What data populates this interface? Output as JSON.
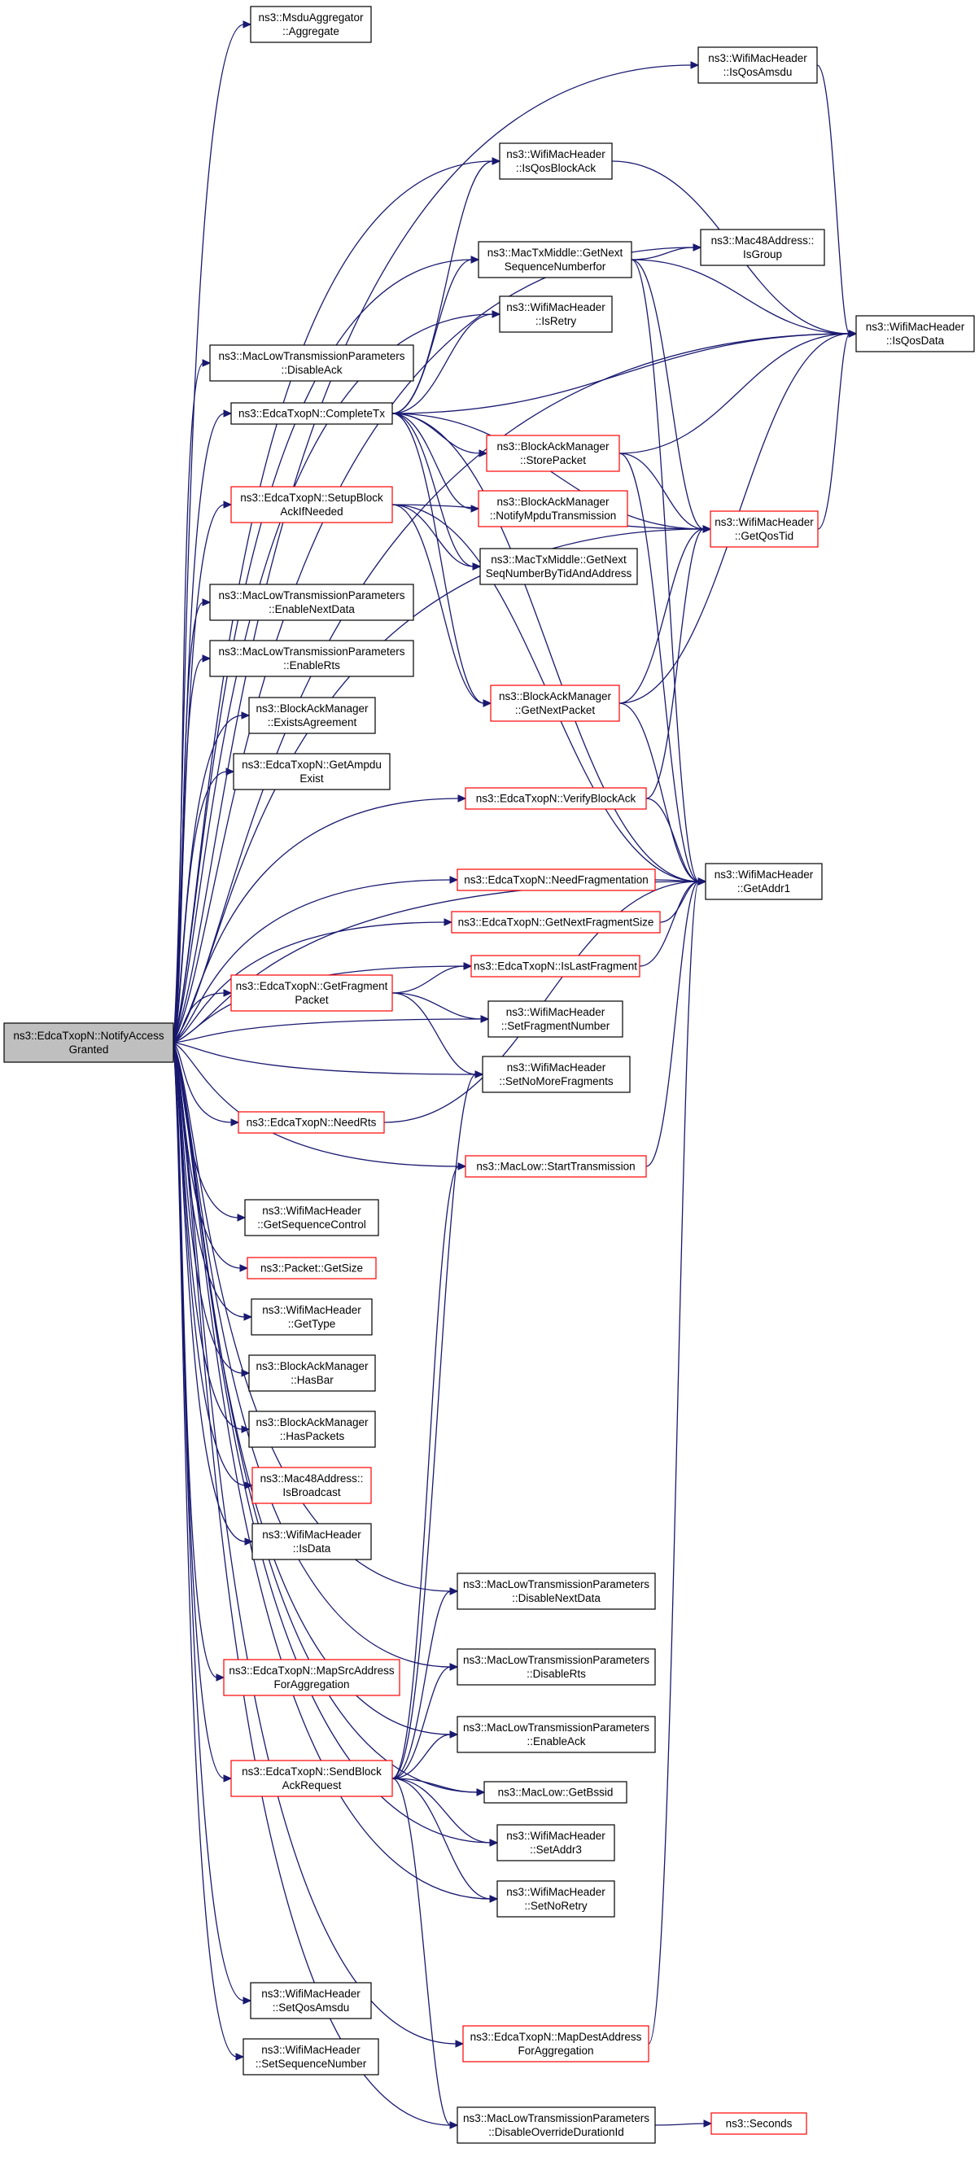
{
  "diagram_title": "",
  "colors": {
    "edge": "#191970",
    "border_black": "#000000",
    "border_red": "#ff0000",
    "root_fill": "#bfbfbf",
    "node_fill": "#ffffff"
  },
  "nodes": [
    {
      "id": "root",
      "lines": [
        "ns3::EdcaTxopN::NotifyAccess",
        "Granted"
      ],
      "border": "black",
      "fill": "#bfbfbf"
    },
    {
      "id": "msdu",
      "lines": [
        "ns3::MsduAggregator",
        "::Aggregate"
      ],
      "border": "black"
    },
    {
      "id": "isqosamsdu",
      "lines": [
        "ns3::WifiMacHeader",
        "::IsQosAmsdu"
      ],
      "border": "black"
    },
    {
      "id": "isqosblockack",
      "lines": [
        "ns3::WifiMacHeader",
        "::IsQosBlockAck"
      ],
      "border": "black"
    },
    {
      "id": "getnextseq",
      "lines": [
        "ns3::MacTxMiddle::GetNext",
        "SequenceNumberfor"
      ],
      "border": "black"
    },
    {
      "id": "isgroup",
      "lines": [
        "ns3::Mac48Address::",
        "IsGroup"
      ],
      "border": "black"
    },
    {
      "id": "isretry",
      "lines": [
        "ns3::WifiMacHeader",
        "::IsRetry"
      ],
      "border": "black"
    },
    {
      "id": "isqosdata",
      "lines": [
        "ns3::WifiMacHeader",
        "::IsQosData"
      ],
      "border": "black"
    },
    {
      "id": "disableack",
      "lines": [
        "ns3::MacLowTransmissionParameters",
        "::DisableAck"
      ],
      "border": "black"
    },
    {
      "id": "completetx",
      "lines": [
        "ns3::EdcaTxopN::CompleteTx"
      ],
      "border": "black"
    },
    {
      "id": "storepacket",
      "lines": [
        "ns3::BlockAckManager",
        "::StorePacket"
      ],
      "border": "red"
    },
    {
      "id": "notifympdu",
      "lines": [
        "ns3::BlockAckManager",
        "::NotifyMpduTransmission"
      ],
      "border": "red"
    },
    {
      "id": "setupblockack",
      "lines": [
        "ns3::EdcaTxopN::SetupBlock",
        "AckIfNeeded"
      ],
      "border": "red"
    },
    {
      "id": "getqostid",
      "lines": [
        "ns3::WifiMacHeader",
        "::GetQosTid"
      ],
      "border": "red"
    },
    {
      "id": "getnextseqtid",
      "lines": [
        "ns3::MacTxMiddle::GetNext",
        "SeqNumberByTidAndAddress"
      ],
      "border": "black"
    },
    {
      "id": "enablenextdata",
      "lines": [
        "ns3::MacLowTransmissionParameters",
        "::EnableNextData"
      ],
      "border": "black"
    },
    {
      "id": "enablerts",
      "lines": [
        "ns3::MacLowTransmissionParameters",
        "::EnableRts"
      ],
      "border": "black"
    },
    {
      "id": "getnextpacket",
      "lines": [
        "ns3::BlockAckManager",
        "::GetNextPacket"
      ],
      "border": "red"
    },
    {
      "id": "existsagreement",
      "lines": [
        "ns3::BlockAckManager",
        "::ExistsAgreement"
      ],
      "border": "black"
    },
    {
      "id": "getampdu",
      "lines": [
        "ns3::EdcaTxopN::GetAmpdu",
        "Exist"
      ],
      "border": "black"
    },
    {
      "id": "verifyblockack",
      "lines": [
        "ns3::EdcaTxopN::VerifyBlockAck"
      ],
      "border": "red"
    },
    {
      "id": "needfrag",
      "lines": [
        "ns3::EdcaTxopN::NeedFragmentation"
      ],
      "border": "red"
    },
    {
      "id": "getaddr1",
      "lines": [
        "ns3::WifiMacHeader",
        "::GetAddr1"
      ],
      "border": "black"
    },
    {
      "id": "getnextfragsize",
      "lines": [
        "ns3::EdcaTxopN::GetNextFragmentSize"
      ],
      "border": "red"
    },
    {
      "id": "islastfrag",
      "lines": [
        "ns3::EdcaTxopN::IsLastFragment"
      ],
      "border": "red"
    },
    {
      "id": "getfragpacket",
      "lines": [
        "ns3::EdcaTxopN::GetFragment",
        "Packet"
      ],
      "border": "red"
    },
    {
      "id": "setfragnum",
      "lines": [
        "ns3::WifiMacHeader",
        "::SetFragmentNumber"
      ],
      "border": "black"
    },
    {
      "id": "setnomorefrag",
      "lines": [
        "ns3::WifiMacHeader",
        "::SetNoMoreFragments"
      ],
      "border": "black"
    },
    {
      "id": "needrts",
      "lines": [
        "ns3::EdcaTxopN::NeedRts"
      ],
      "border": "red"
    },
    {
      "id": "starttx",
      "lines": [
        "ns3::MacLow::StartTransmission"
      ],
      "border": "red"
    },
    {
      "id": "getseqctrl",
      "lines": [
        "ns3::WifiMacHeader",
        "::GetSequenceControl"
      ],
      "border": "black"
    },
    {
      "id": "getsize",
      "lines": [
        "ns3::Packet::GetSize"
      ],
      "border": "red"
    },
    {
      "id": "gettype",
      "lines": [
        "ns3::WifiMacHeader",
        "::GetType"
      ],
      "border": "black"
    },
    {
      "id": "hasbar",
      "lines": [
        "ns3::BlockAckManager",
        "::HasBar"
      ],
      "border": "black"
    },
    {
      "id": "haspackets",
      "lines": [
        "ns3::BlockAckManager",
        "::HasPackets"
      ],
      "border": "black"
    },
    {
      "id": "isbroadcast",
      "lines": [
        "ns3::Mac48Address::",
        "IsBroadcast"
      ],
      "border": "red"
    },
    {
      "id": "isdata",
      "lines": [
        "ns3::WifiMacHeader",
        "::IsData"
      ],
      "border": "black"
    },
    {
      "id": "disablenextdata",
      "lines": [
        "ns3::MacLowTransmissionParameters",
        "::DisableNextData"
      ],
      "border": "black"
    },
    {
      "id": "mapsrc",
      "lines": [
        "ns3::EdcaTxopN::MapSrcAddress",
        "ForAggregation"
      ],
      "border": "red"
    },
    {
      "id": "disablerts",
      "lines": [
        "ns3::MacLowTransmissionParameters",
        "::DisableRts"
      ],
      "border": "black"
    },
    {
      "id": "enableack",
      "lines": [
        "ns3::MacLowTransmissionParameters",
        "::EnableAck"
      ],
      "border": "black"
    },
    {
      "id": "sendbar",
      "lines": [
        "ns3::EdcaTxopN::SendBlock",
        "AckRequest"
      ],
      "border": "red"
    },
    {
      "id": "getbssid",
      "lines": [
        "ns3::MacLow::GetBssid"
      ],
      "border": "black"
    },
    {
      "id": "setaddr3",
      "lines": [
        "ns3::WifiMacHeader",
        "::SetAddr3"
      ],
      "border": "black"
    },
    {
      "id": "setnoretry",
      "lines": [
        "ns3::WifiMacHeader",
        "::SetNoRetry"
      ],
      "border": "black"
    },
    {
      "id": "setqosamsdu",
      "lines": [
        "ns3::WifiMacHeader",
        "::SetQosAmsdu"
      ],
      "border": "black"
    },
    {
      "id": "setseqnum",
      "lines": [
        "ns3::WifiMacHeader",
        "::SetSequenceNumber"
      ],
      "border": "black"
    },
    {
      "id": "mapdest",
      "lines": [
        "ns3::EdcaTxopN::MapDestAddress",
        "ForAggregation"
      ],
      "border": "red"
    },
    {
      "id": "disableoverride",
      "lines": [
        "ns3::MacLowTransmissionParameters",
        "::DisableOverrideDurationId"
      ],
      "border": "black"
    },
    {
      "id": "seconds",
      "lines": [
        "ns3::Seconds"
      ],
      "border": "red"
    }
  ],
  "edges": [
    [
      "root",
      "msdu"
    ],
    [
      "root",
      "isqosamsdu"
    ],
    [
      "root",
      "isqosblockack"
    ],
    [
      "root",
      "getnextseq"
    ],
    [
      "root",
      "isgroup"
    ],
    [
      "root",
      "isretry"
    ],
    [
      "root",
      "isqosdata"
    ],
    [
      "root",
      "disableack"
    ],
    [
      "root",
      "completetx"
    ],
    [
      "root",
      "setupblockack"
    ],
    [
      "root",
      "getqostid"
    ],
    [
      "root",
      "enablenextdata"
    ],
    [
      "root",
      "enablerts"
    ],
    [
      "root",
      "existsagreement"
    ],
    [
      "root",
      "getampdu"
    ],
    [
      "root",
      "verifyblockack"
    ],
    [
      "root",
      "needfrag"
    ],
    [
      "root",
      "getaddr1"
    ],
    [
      "root",
      "getnextfragsize"
    ],
    [
      "root",
      "islastfrag"
    ],
    [
      "root",
      "getfragpacket"
    ],
    [
      "root",
      "setfragnum"
    ],
    [
      "root",
      "setnomorefrag"
    ],
    [
      "root",
      "needrts"
    ],
    [
      "root",
      "starttx"
    ],
    [
      "root",
      "getseqctrl"
    ],
    [
      "root",
      "getsize"
    ],
    [
      "root",
      "gettype"
    ],
    [
      "root",
      "hasbar"
    ],
    [
      "root",
      "haspackets"
    ],
    [
      "root",
      "isbroadcast"
    ],
    [
      "root",
      "isdata"
    ],
    [
      "root",
      "disablenextdata"
    ],
    [
      "root",
      "mapsrc"
    ],
    [
      "root",
      "disablerts"
    ],
    [
      "root",
      "enableack"
    ],
    [
      "root",
      "sendbar"
    ],
    [
      "root",
      "getbssid"
    ],
    [
      "root",
      "setaddr3"
    ],
    [
      "root",
      "setnoretry"
    ],
    [
      "root",
      "setqosamsdu"
    ],
    [
      "root",
      "setseqnum"
    ],
    [
      "root",
      "mapdest"
    ],
    [
      "root",
      "disableoverride"
    ],
    [
      "isqosamsdu",
      "isqosdata"
    ],
    [
      "isqosblockack",
      "isqosdata"
    ],
    [
      "getnextseq",
      "isgroup"
    ],
    [
      "getnextseq",
      "isqosdata"
    ],
    [
      "getnextseq",
      "getqostid"
    ],
    [
      "getnextseq",
      "getaddr1"
    ],
    [
      "completetx",
      "isqosblockack"
    ],
    [
      "completetx",
      "getnextseq"
    ],
    [
      "completetx",
      "isretry"
    ],
    [
      "completetx",
      "isqosdata"
    ],
    [
      "completetx",
      "storepacket"
    ],
    [
      "completetx",
      "notifympdu"
    ],
    [
      "completetx",
      "getqostid"
    ],
    [
      "completetx",
      "getnextseqtid"
    ],
    [
      "completetx",
      "getnextpacket"
    ],
    [
      "completetx",
      "getaddr1"
    ],
    [
      "storepacket",
      "isqosdata"
    ],
    [
      "storepacket",
      "getqostid"
    ],
    [
      "storepacket",
      "getaddr1"
    ],
    [
      "setupblockack",
      "getqostid"
    ],
    [
      "setupblockack",
      "getnextseqtid"
    ],
    [
      "setupblockack",
      "getnextpacket"
    ],
    [
      "setupblockack",
      "getaddr1"
    ],
    [
      "getqostid",
      "isqosdata"
    ],
    [
      "getnextpacket",
      "isqosdata"
    ],
    [
      "getnextpacket",
      "getqostid"
    ],
    [
      "getnextpacket",
      "getaddr1"
    ],
    [
      "verifyblockack",
      "getqostid"
    ],
    [
      "verifyblockack",
      "getaddr1"
    ],
    [
      "needfrag",
      "getaddr1"
    ],
    [
      "getnextfragsize",
      "getaddr1"
    ],
    [
      "islastfrag",
      "getaddr1"
    ],
    [
      "getfragpacket",
      "islastfrag"
    ],
    [
      "getfragpacket",
      "setfragnum"
    ],
    [
      "getfragpacket",
      "setnomorefrag"
    ],
    [
      "needrts",
      "getaddr1"
    ],
    [
      "starttx",
      "getaddr1"
    ],
    [
      "sendbar",
      "setnomorefrag"
    ],
    [
      "sendbar",
      "starttx"
    ],
    [
      "sendbar",
      "disablenextdata"
    ],
    [
      "sendbar",
      "disablerts"
    ],
    [
      "sendbar",
      "enableack"
    ],
    [
      "sendbar",
      "getbssid"
    ],
    [
      "sendbar",
      "setaddr3"
    ],
    [
      "sendbar",
      "setnoretry"
    ],
    [
      "sendbar",
      "disableoverride"
    ],
    [
      "mapdest",
      "getaddr1"
    ],
    [
      "disableoverride",
      "seconds"
    ]
  ]
}
